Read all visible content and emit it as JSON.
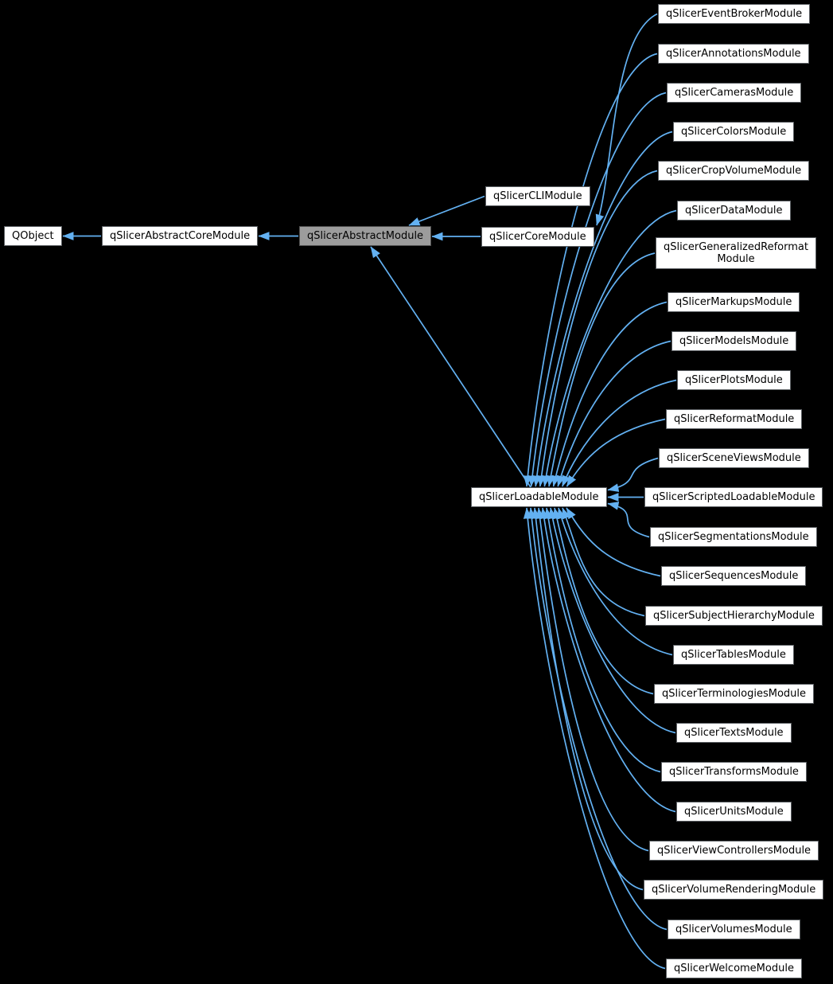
{
  "diagram": {
    "kind": "class-inheritance-graph",
    "background_color": "#000000",
    "edge_color": "#63b1f2",
    "node_background": "#ffffff",
    "node_border_color": "#5b5f63",
    "highlight_background": "#9c9c9c",
    "highlight_border_color": "#4f4f4f",
    "text_color": "#000000"
  },
  "nodes": [
    {
      "id": "qobject",
      "label": "QObject",
      "variant": "normal"
    },
    {
      "id": "abstract-core",
      "label": "qSlicerAbstractCoreModule",
      "variant": "normal"
    },
    {
      "id": "abstract",
      "label": "qSlicerAbstractModule",
      "variant": "highlight"
    },
    {
      "id": "cli",
      "label": "qSlicerCLIModule",
      "variant": "normal"
    },
    {
      "id": "core",
      "label": "qSlicerCoreModule",
      "variant": "normal"
    },
    {
      "id": "loadable",
      "label": "qSlicerLoadableModule",
      "variant": "normal"
    },
    {
      "id": "event-broker",
      "label": "qSlicerEventBrokerModule",
      "variant": "normal"
    },
    {
      "id": "annotations",
      "label": "qSlicerAnnotationsModule",
      "variant": "normal"
    },
    {
      "id": "cameras",
      "label": "qSlicerCamerasModule",
      "variant": "normal"
    },
    {
      "id": "colors",
      "label": "qSlicerColorsModule",
      "variant": "normal"
    },
    {
      "id": "crop-volume",
      "label": "qSlicerCropVolumeModule",
      "variant": "normal"
    },
    {
      "id": "data",
      "label": "qSlicerDataModule",
      "variant": "normal"
    },
    {
      "id": "generalized-reformat",
      "label": "qSlicerGeneralizedReformatModule",
      "variant": "normal",
      "lines": [
        "qSlicerGeneralizedReformat",
        "Module"
      ]
    },
    {
      "id": "markups",
      "label": "qSlicerMarkupsModule",
      "variant": "normal"
    },
    {
      "id": "models",
      "label": "qSlicerModelsModule",
      "variant": "normal"
    },
    {
      "id": "plots",
      "label": "qSlicerPlotsModule",
      "variant": "normal"
    },
    {
      "id": "reformat",
      "label": "qSlicerReformatModule",
      "variant": "normal"
    },
    {
      "id": "scene-views",
      "label": "qSlicerSceneViewsModule",
      "variant": "normal"
    },
    {
      "id": "scripted-loadable",
      "label": "qSlicerScriptedLoadableModule",
      "variant": "normal"
    },
    {
      "id": "segmentations",
      "label": "qSlicerSegmentationsModule",
      "variant": "normal"
    },
    {
      "id": "sequences",
      "label": "qSlicerSequencesModule",
      "variant": "normal"
    },
    {
      "id": "subject-hierarchy",
      "label": "qSlicerSubjectHierarchyModule",
      "variant": "normal"
    },
    {
      "id": "tables",
      "label": "qSlicerTablesModule",
      "variant": "normal"
    },
    {
      "id": "terminologies",
      "label": "qSlicerTerminologiesModule",
      "variant": "normal"
    },
    {
      "id": "texts",
      "label": "qSlicerTextsModule",
      "variant": "normal"
    },
    {
      "id": "transforms",
      "label": "qSlicerTransformsModule",
      "variant": "normal"
    },
    {
      "id": "units",
      "label": "qSlicerUnitsModule",
      "variant": "normal"
    },
    {
      "id": "view-controllers",
      "label": "qSlicerViewControllersModule",
      "variant": "normal"
    },
    {
      "id": "volume-rendering",
      "label": "qSlicerVolumeRenderingModule",
      "variant": "normal"
    },
    {
      "id": "volumes",
      "label": "qSlicerVolumesModule",
      "variant": "normal"
    },
    {
      "id": "welcome",
      "label": "qSlicerWelcomeModule",
      "variant": "normal"
    }
  ],
  "edges": [
    {
      "from": "abstract-core",
      "to": "qobject"
    },
    {
      "from": "abstract",
      "to": "abstract-core"
    },
    {
      "from": "cli",
      "to": "abstract"
    },
    {
      "from": "core",
      "to": "abstract"
    },
    {
      "from": "loadable",
      "to": "abstract"
    },
    {
      "from": "event-broker",
      "to": "core"
    },
    {
      "from": "annotations",
      "to": "loadable"
    },
    {
      "from": "cameras",
      "to": "loadable"
    },
    {
      "from": "colors",
      "to": "loadable"
    },
    {
      "from": "crop-volume",
      "to": "loadable"
    },
    {
      "from": "data",
      "to": "loadable"
    },
    {
      "from": "generalized-reformat",
      "to": "loadable"
    },
    {
      "from": "markups",
      "to": "loadable"
    },
    {
      "from": "models",
      "to": "loadable"
    },
    {
      "from": "plots",
      "to": "loadable"
    },
    {
      "from": "reformat",
      "to": "loadable"
    },
    {
      "from": "scene-views",
      "to": "loadable"
    },
    {
      "from": "scripted-loadable",
      "to": "loadable"
    },
    {
      "from": "segmentations",
      "to": "loadable"
    },
    {
      "from": "sequences",
      "to": "loadable"
    },
    {
      "from": "subject-hierarchy",
      "to": "loadable"
    },
    {
      "from": "tables",
      "to": "loadable"
    },
    {
      "from": "terminologies",
      "to": "loadable"
    },
    {
      "from": "texts",
      "to": "loadable"
    },
    {
      "from": "transforms",
      "to": "loadable"
    },
    {
      "from": "units",
      "to": "loadable"
    },
    {
      "from": "view-controllers",
      "to": "loadable"
    },
    {
      "from": "volume-rendering",
      "to": "loadable"
    },
    {
      "from": "volumes",
      "to": "loadable"
    },
    {
      "from": "welcome",
      "to": "loadable"
    }
  ]
}
